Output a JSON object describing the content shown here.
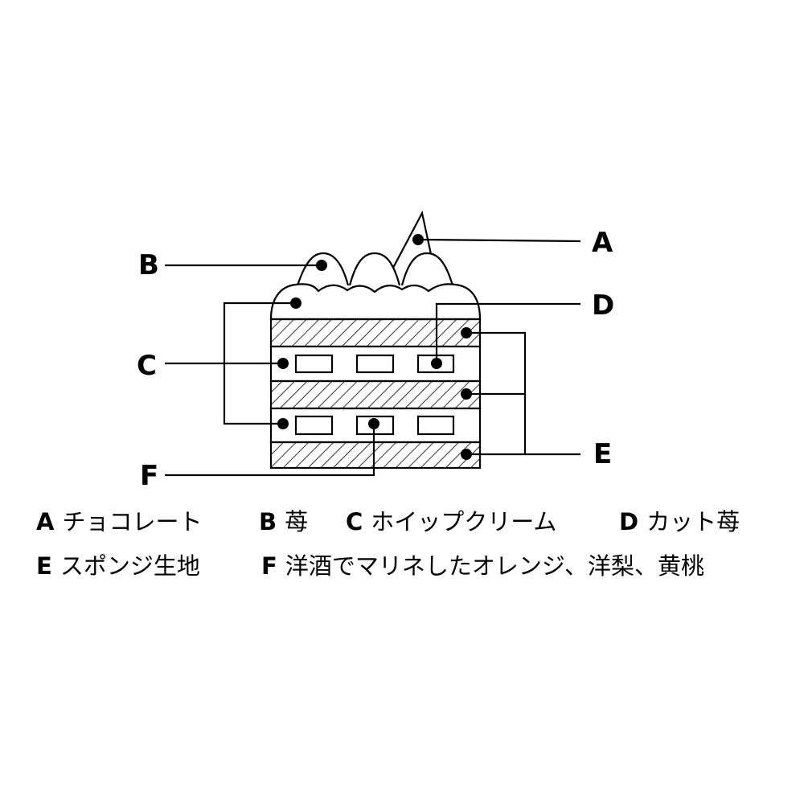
{
  "diagram": {
    "callouts": {
      "A": "A",
      "B": "B",
      "C": "C",
      "D": "D",
      "E": "E",
      "F": "F"
    }
  },
  "legend": [
    {
      "key": "A",
      "text": "チョコレート"
    },
    {
      "key": "B",
      "text": "苺"
    },
    {
      "key": "C",
      "text": "ホイップクリーム"
    },
    {
      "key": "D",
      "text": "カット苺"
    },
    {
      "key": "E",
      "text": "スポンジ生地"
    },
    {
      "key": "F",
      "text": "洋酒でマリネしたオレンジ、洋梨、黄桃"
    }
  ]
}
